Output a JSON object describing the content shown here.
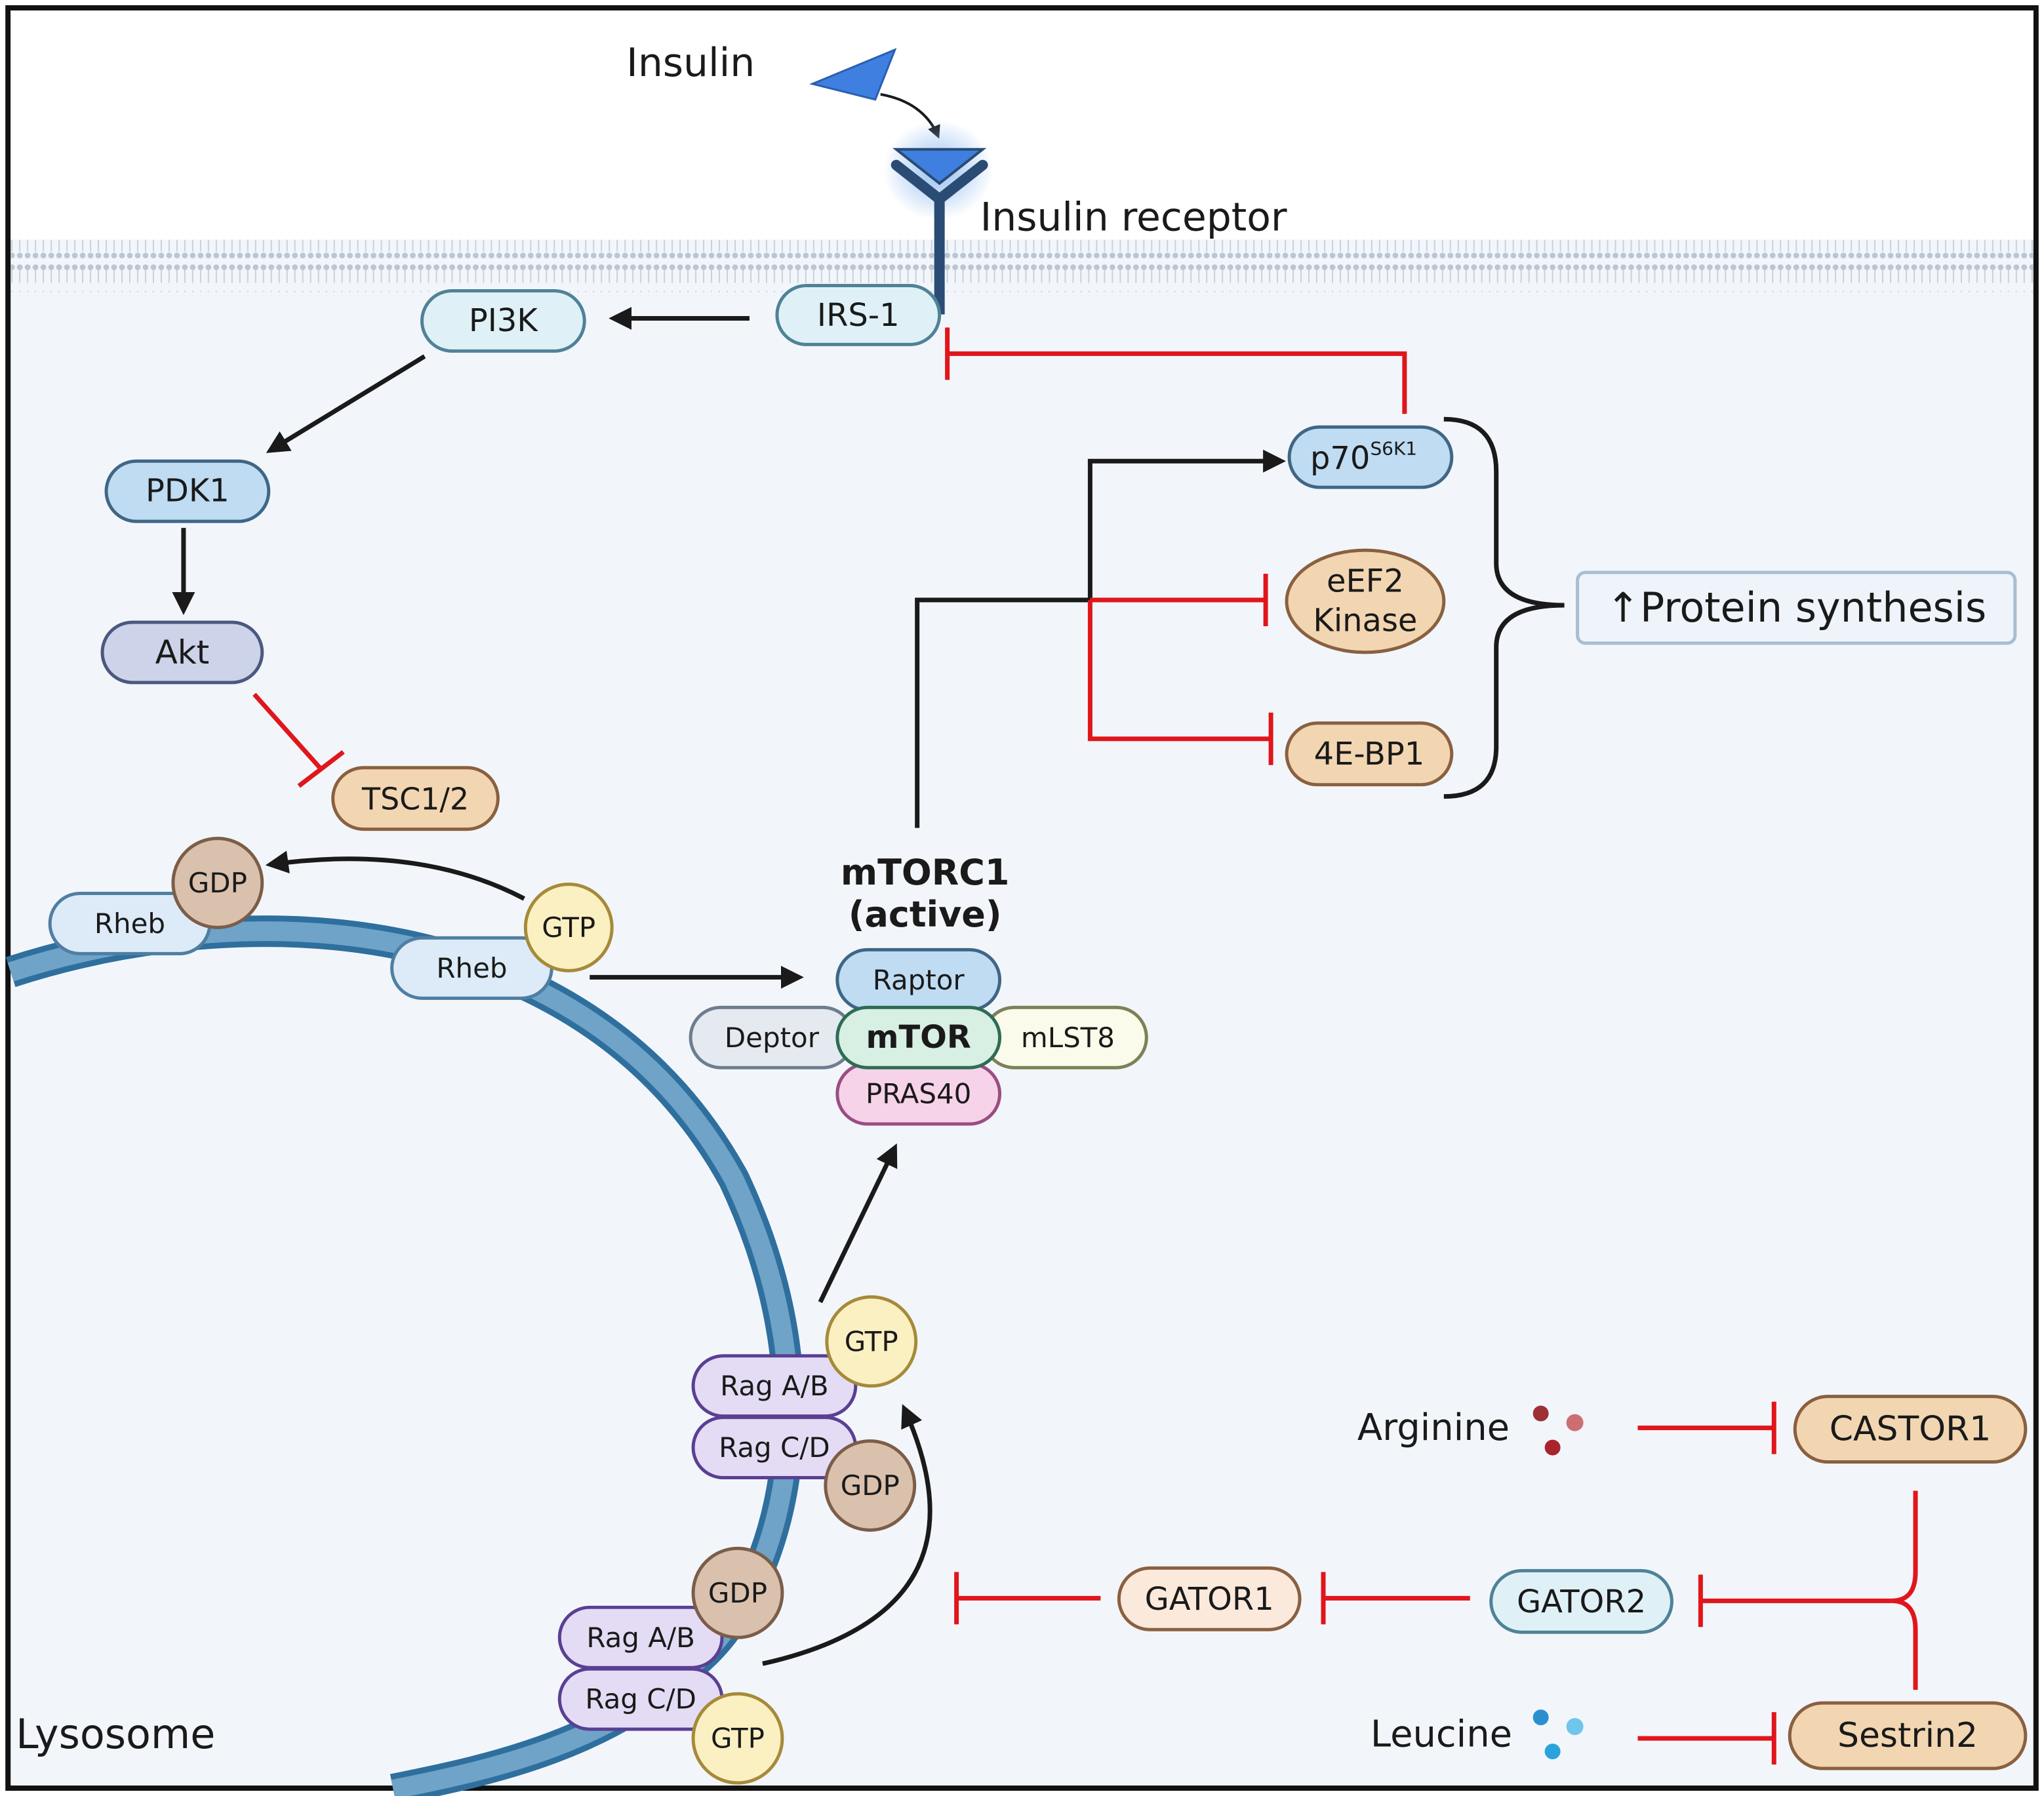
{
  "labels": {
    "insulin": "Insulin",
    "insulin_receptor": "Insulin receptor",
    "lysosome": "Lysosome",
    "mtorc1_line1": "mTORC1",
    "mtorc1_line2": "(active)",
    "protein_synthesis": "↑Protein synthesis",
    "arginine": "Arginine",
    "leucine": "Leucine"
  },
  "nodes": {
    "irs1": "IRS-1",
    "pi3k": "PI3K",
    "pdk1": "PDK1",
    "akt": "Akt",
    "tsc": "TSC1/2",
    "rheb_gdp": "Rheb",
    "gdp_rheb": "GDP",
    "rheb_gtp": "Rheb",
    "gtp_rheb": "GTP",
    "p70_base": "p70",
    "p70_sup": "S6K1",
    "eef2_line1": "eEF2",
    "eef2_line2": "Kinase",
    "ebp1": "4E-BP1",
    "raptor": "Raptor",
    "deptor": "Deptor",
    "mtor": "mTOR",
    "mlst8": "mLST8",
    "pras40": "PRAS40",
    "rag_ab_active": "Rag A/B",
    "rag_cd_active": "Rag C/D",
    "gtp_active": "GTP",
    "gdp_active": "GDP",
    "rag_ab_inactive": "Rag A/B",
    "rag_cd_inactive": "Rag C/D",
    "gdp_inactive": "GDP",
    "gtp_inactive": "GTP",
    "gator1": "GATOR1",
    "gator2": "GATOR2",
    "castor1": "CASTOR1",
    "sestrin2": "Sestrin2"
  },
  "colors": {
    "activation": "#1a1a1a",
    "inhibition": "#e0161b",
    "cytoplasm": "#f2f6fa",
    "membrane": "#b9c6d3",
    "lysosome_membrane": "#6fa3c7",
    "insulin": "#3f7fe0",
    "receptor": "#2a4c74",
    "light_blue_node": "#dff1f7",
    "blue_node": "#bfdcf2",
    "akt_node": "#cdd3e8",
    "tan_node": "#f2d6b2",
    "peach_node": "#fbe9dc",
    "purple_node": "#e4dcf4",
    "gtp_node": "#fbf0c2",
    "gdp_node": "#d9c1ad",
    "pink_node": "#f6d3e8",
    "cream_node": "#fafbea",
    "grey_node": "#e5eaf1",
    "mtor_node": "#d8efe3",
    "arginine_dots": "#b8414a",
    "leucine_dots": "#31a9df"
  }
}
